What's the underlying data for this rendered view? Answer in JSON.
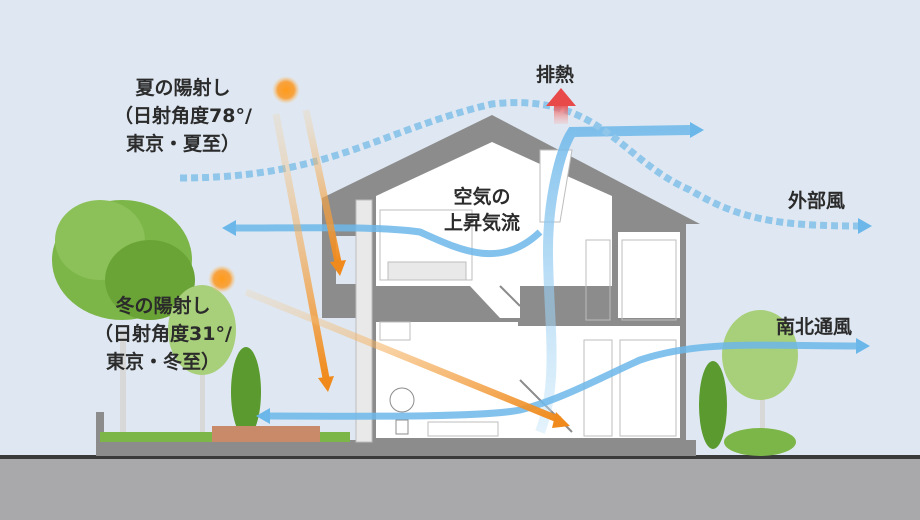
{
  "labels": {
    "summer_sun": [
      "夏の陽射し",
      "（日射角度78°/",
      "東京・夏至）"
    ],
    "winter_sun": [
      "冬の陽射し",
      "（日射角度31°/",
      "東京・冬至）"
    ],
    "heat_exhaust": "排熱",
    "updraft": [
      "空気の",
      "上昇気流"
    ],
    "outside_wind": "外部風",
    "north_south_wind": "南北通風"
  },
  "colors": {
    "sky": "#dfe8f2",
    "ground": "#a9a9ab",
    "house_gray": "#8c8c8c",
    "house_interior": "#ffffff",
    "wind_blue": "#6cb7ea",
    "sun_orange": "#f08a1c",
    "heat_red": "#e84a4a",
    "tree_green": "#6cae3a"
  },
  "icons": {
    "summer_sun": "sun-icon",
    "winter_sun": "sun-icon",
    "heat": "up-arrow-icon"
  }
}
